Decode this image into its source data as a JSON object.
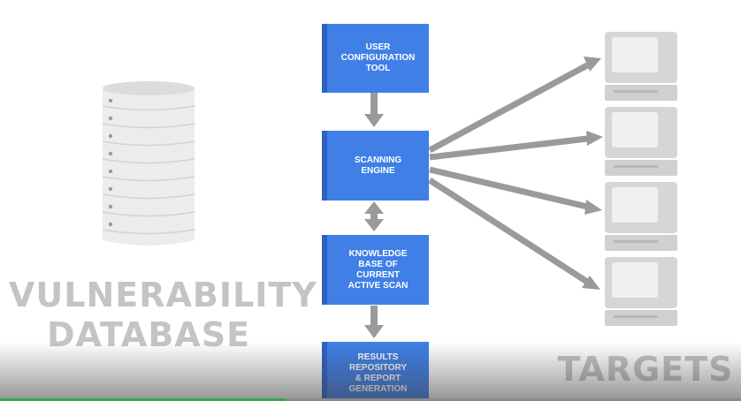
{
  "database": {
    "label_line1": "VULNERABILITY",
    "label_line2": "DATABASE"
  },
  "flow": {
    "user_config": [
      "USER",
      "CONFIGURATION",
      "TOOL"
    ],
    "scanning_engine": [
      "SCANNING",
      "ENGINE"
    ],
    "knowledge_base": [
      "KNOWLEDGE",
      "BASE OF",
      "CURRENT",
      "ACTIVE SCAN"
    ],
    "results": [
      "RESULTS",
      "REPOSITORY",
      "& REPORT",
      "GENERATION"
    ]
  },
  "targets": {
    "label": "TARGETS",
    "count": 4
  },
  "video": {
    "progress_fraction": 0.385
  },
  "colors": {
    "box_fill": "#3f7fe6",
    "box_edge": "#2d62c4",
    "arrow": "#9a9a9a",
    "label_gray": "#c4c4c4",
    "progress": "#2fa84f"
  }
}
